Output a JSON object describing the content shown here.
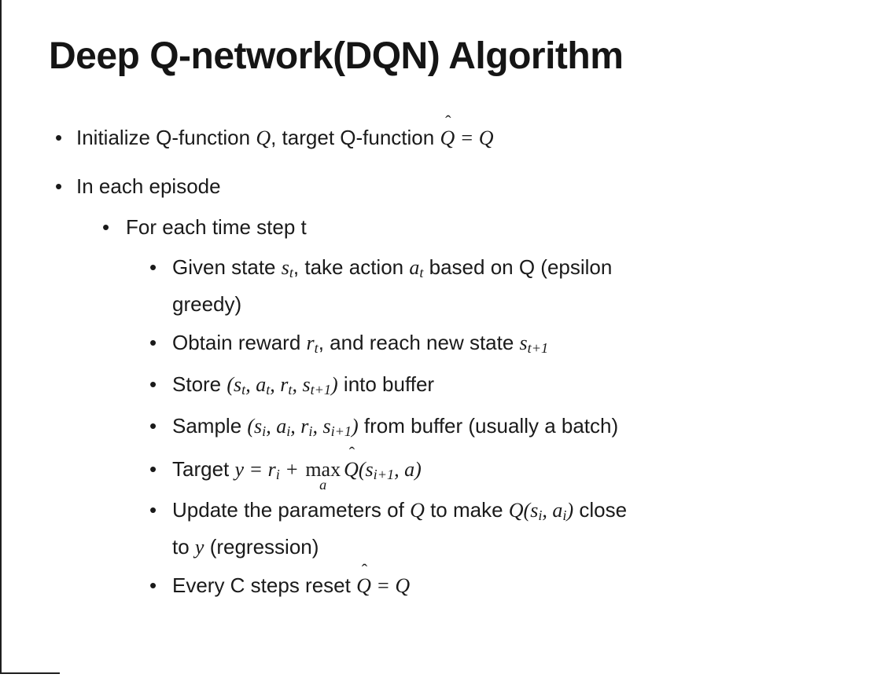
{
  "slide": {
    "title": "Deep Q-network(DQN) Algorithm",
    "bullet_char": "•",
    "hat_char": "ˆ",
    "bullets": [
      {
        "level": 1,
        "segments": [
          {
            "k": "plain",
            "t": "Initialize Q-function "
          },
          {
            "k": "math",
            "t": "Q"
          },
          {
            "k": "plain",
            "t": ", target Q-function "
          },
          {
            "k": "hat",
            "t": "Q"
          },
          {
            "k": "math",
            "t": " = "
          },
          {
            "k": "math",
            "t": "Q"
          }
        ]
      },
      {
        "level": 1,
        "segments": [
          {
            "k": "plain",
            "t": "In each episode"
          }
        ]
      },
      {
        "level": 2,
        "segments": [
          {
            "k": "plain",
            "t": "For each time step t"
          }
        ]
      },
      {
        "level": 3,
        "segments": [
          {
            "k": "plain",
            "t": "Given state "
          },
          {
            "k": "math",
            "t": "s"
          },
          {
            "k": "sub",
            "t": "t"
          },
          {
            "k": "plain",
            "t": ", take action "
          },
          {
            "k": "math",
            "t": "a"
          },
          {
            "k": "sub",
            "t": "t"
          },
          {
            "k": "plain",
            "t": " based on Q (epsilon"
          },
          {
            "k": "br"
          },
          {
            "k": "plain",
            "t": "greedy)"
          }
        ]
      },
      {
        "level": 3,
        "segments": [
          {
            "k": "plain",
            "t": "Obtain reward "
          },
          {
            "k": "math",
            "t": "r"
          },
          {
            "k": "sub",
            "t": "t"
          },
          {
            "k": "plain",
            "t": ", and reach new state "
          },
          {
            "k": "math",
            "t": "s"
          },
          {
            "k": "sub",
            "t": "t+1"
          }
        ]
      },
      {
        "level": 3,
        "segments": [
          {
            "k": "plain",
            "t": "Store "
          },
          {
            "k": "math",
            "t": "(s"
          },
          {
            "k": "sub",
            "t": "t"
          },
          {
            "k": "math",
            "t": ", a"
          },
          {
            "k": "sub",
            "t": "t"
          },
          {
            "k": "math",
            "t": ", r"
          },
          {
            "k": "sub",
            "t": "t"
          },
          {
            "k": "math",
            "t": ", s"
          },
          {
            "k": "sub",
            "t": "t+1"
          },
          {
            "k": "math",
            "t": ")"
          },
          {
            "k": "plain",
            "t": " into buffer"
          }
        ]
      },
      {
        "level": 3,
        "segments": [
          {
            "k": "plain",
            "t": "Sample "
          },
          {
            "k": "math",
            "t": "(s"
          },
          {
            "k": "sub",
            "t": "i"
          },
          {
            "k": "math",
            "t": ", a"
          },
          {
            "k": "sub",
            "t": "i"
          },
          {
            "k": "math",
            "t": ", r"
          },
          {
            "k": "sub",
            "t": "i"
          },
          {
            "k": "math",
            "t": ", s"
          },
          {
            "k": "sub",
            "t": "i+1"
          },
          {
            "k": "math",
            "t": ")"
          },
          {
            "k": "plain",
            "t": " from buffer (usually a batch)"
          }
        ]
      },
      {
        "level": 3,
        "segments": [
          {
            "k": "plain",
            "t": "Target "
          },
          {
            "k": "math",
            "t": "y = r"
          },
          {
            "k": "sub",
            "t": "i"
          },
          {
            "k": "math",
            "t": " + "
          },
          {
            "k": "underset",
            "t": "max",
            "under": "a"
          },
          {
            "k": "hat",
            "t": "Q"
          },
          {
            "k": "math",
            "t": "(s"
          },
          {
            "k": "sub",
            "t": "i+1"
          },
          {
            "k": "math",
            "t": ", a)"
          }
        ]
      },
      {
        "level": 3,
        "segments": [
          {
            "k": "plain",
            "t": "Update the parameters of "
          },
          {
            "k": "math",
            "t": "Q"
          },
          {
            "k": "plain",
            "t": " to make "
          },
          {
            "k": "math",
            "t": "Q(s"
          },
          {
            "k": "sub",
            "t": "i"
          },
          {
            "k": "math",
            "t": ", a"
          },
          {
            "k": "sub",
            "t": "i"
          },
          {
            "k": "math",
            "t": ")"
          },
          {
            "k": "plain",
            "t": " close"
          },
          {
            "k": "br"
          },
          {
            "k": "plain",
            "t": "to "
          },
          {
            "k": "math",
            "t": "y"
          },
          {
            "k": "plain",
            "t": " (regression)"
          }
        ]
      },
      {
        "level": 3,
        "segments": [
          {
            "k": "plain",
            "t": "Every C steps reset "
          },
          {
            "k": "hat",
            "t": "Q"
          },
          {
            "k": "math",
            "t": " = "
          },
          {
            "k": "math",
            "t": "Q"
          }
        ]
      }
    ]
  },
  "colors": {
    "background": "#ffffff",
    "text": "#1a1a1a",
    "border": "#1e1e1e"
  }
}
